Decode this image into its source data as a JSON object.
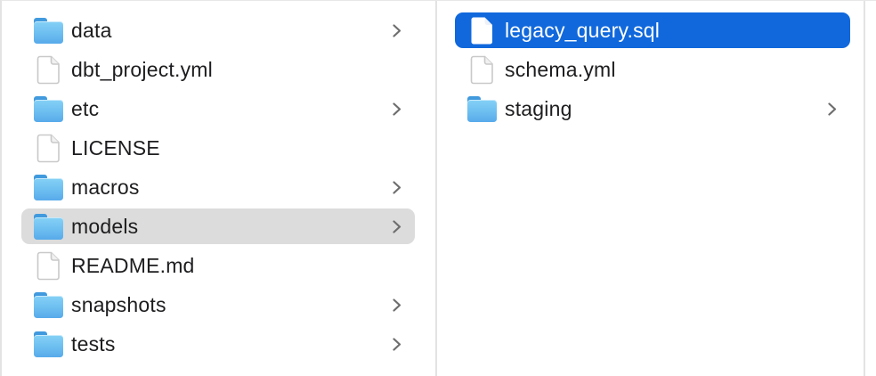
{
  "colors": {
    "selection_blue": "#1068dc",
    "selection_gray": "#dcdcdc",
    "text": "#1d1d1f",
    "divider": "#e3e3e3",
    "chevron": "#6e6e6e",
    "folder_tab": "#419add",
    "folder_light": "#85d1f6",
    "folder_mid": "#6cbef0",
    "folder_deep": "#57aaea"
  },
  "columns": [
    {
      "name": "left-column",
      "items": [
        {
          "label": "data",
          "type": "folder",
          "chevron": true,
          "selected": "none"
        },
        {
          "label": "dbt_project.yml",
          "type": "file",
          "chevron": false,
          "selected": "none"
        },
        {
          "label": "etc",
          "type": "folder",
          "chevron": true,
          "selected": "none"
        },
        {
          "label": "LICENSE",
          "type": "file",
          "chevron": false,
          "selected": "none"
        },
        {
          "label": "macros",
          "type": "folder",
          "chevron": true,
          "selected": "none"
        },
        {
          "label": "models",
          "type": "folder",
          "chevron": true,
          "selected": "gray"
        },
        {
          "label": "README.md",
          "type": "file",
          "chevron": false,
          "selected": "none"
        },
        {
          "label": "snapshots",
          "type": "folder",
          "chevron": true,
          "selected": "none"
        },
        {
          "label": "tests",
          "type": "folder",
          "chevron": true,
          "selected": "none"
        }
      ]
    },
    {
      "name": "right-column",
      "items": [
        {
          "label": "legacy_query.sql",
          "type": "file",
          "chevron": false,
          "selected": "blue"
        },
        {
          "label": "schema.yml",
          "type": "file",
          "chevron": false,
          "selected": "none"
        },
        {
          "label": "staging",
          "type": "folder",
          "chevron": true,
          "selected": "none"
        }
      ]
    }
  ]
}
